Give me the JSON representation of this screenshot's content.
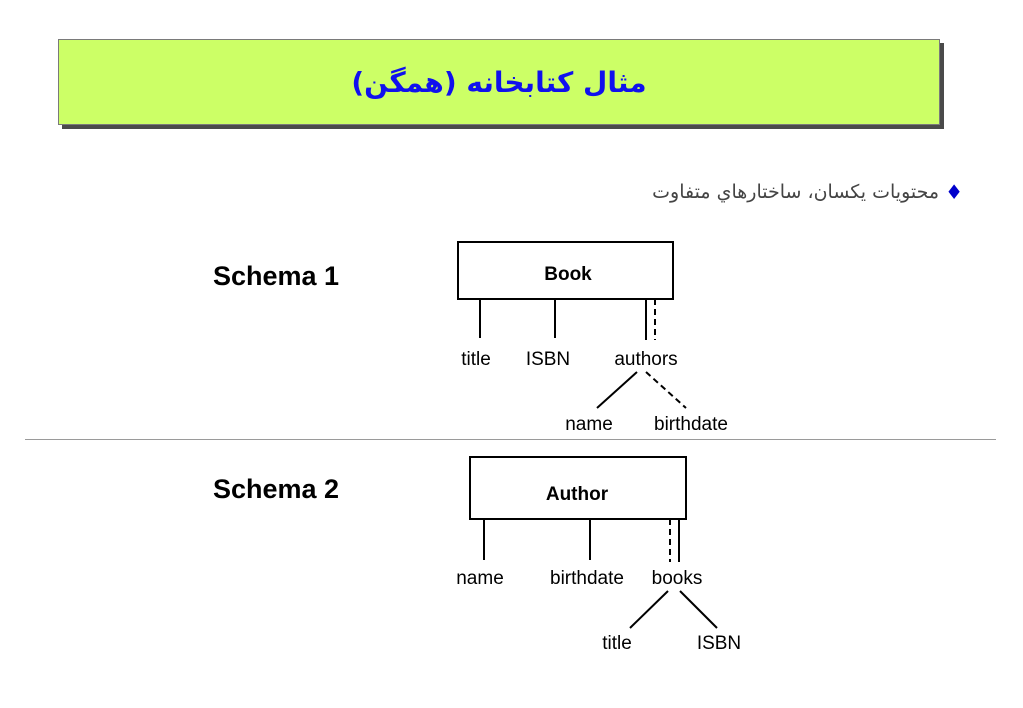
{
  "title": "مثال کتابخانه (همگن)",
  "bullet": {
    "glyph": "♦",
    "text": "محتويات يکسان، ساختارهاي متفاوت"
  },
  "schema1": {
    "label": "Schema 1",
    "root": "Book",
    "children": [
      "title",
      "ISBN",
      "authors"
    ],
    "grandchildren": [
      "name",
      "birthdate"
    ]
  },
  "schema2": {
    "label": "Schema 2",
    "root": "Author",
    "children": [
      "name",
      "birthdate",
      "books"
    ],
    "grandchildren": [
      "title",
      "ISBN"
    ]
  },
  "colors": {
    "title_bg": "#ccff66",
    "title_text": "#1010ee",
    "bullet": "#0000cc"
  }
}
